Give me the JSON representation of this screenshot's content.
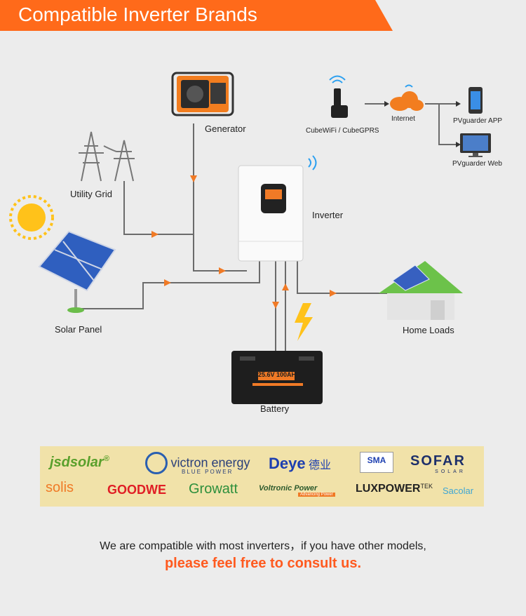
{
  "header": {
    "title": "Compatible Inverter Brands"
  },
  "diagram": {
    "labels": {
      "generator": "Generator",
      "utility_grid": "Utility Grid",
      "solar_panel": "Solar Panel",
      "inverter": "Inverter",
      "home_loads": "Home Loads",
      "battery": "Battery",
      "cubewifi": "CubeWiFi / CubeGPRS",
      "internet": "Internet",
      "pvguarder_app": "PVguarder APP",
      "pvguarder_web": "PVguarder Web"
    },
    "battery_spec": "25.6V 100AH",
    "colors": {
      "accent": "#ff6a1a",
      "wire": "#6b6b6b",
      "arrow": "#f07a26",
      "bolt": "#ffc21a"
    }
  },
  "brands": {
    "jsdsolar": "jsdsolar",
    "jsdsolar_reg": "®",
    "victron": "victron energy",
    "victron_sub": "BLUE POWER",
    "deye": "Deye",
    "deye_cn": "德业",
    "sma": "SMA",
    "sofar": "SOFAR",
    "sofar_sub": "SOLAR",
    "solis": "solis",
    "goodwe": "GOODWE",
    "growatt": "Growatt",
    "voltronic": "Voltronic Power",
    "voltronic_sub": "Advancing Power",
    "luxpower": "LUXPOWER",
    "luxpower_tek": "TEK",
    "sacolar": "Sacolar"
  },
  "footer": {
    "line1": "We are compatible with most inverters，if you have other models,",
    "line2": "please feel free to consult us."
  }
}
